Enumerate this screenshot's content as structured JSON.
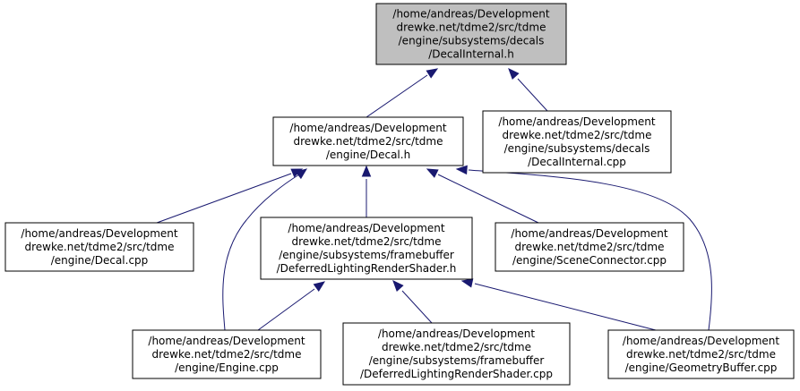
{
  "colors": {
    "root_fill": "#bfbfbf",
    "node_fill": "#ffffff",
    "node_border": "#000000",
    "edge": "#191970"
  },
  "nodes": [
    {
      "id": "decal_internal_h",
      "lines": [
        "/home/andreas/Development",
        "drewke.net/tdme2/src/tdme",
        "/engine/subsystems/decals",
        "/DecalInternal.h"
      ]
    },
    {
      "id": "decal_h",
      "lines": [
        "/home/andreas/Development",
        "drewke.net/tdme2/src/tdme",
        "/engine/Decal.h"
      ]
    },
    {
      "id": "decal_internal_cpp",
      "lines": [
        "/home/andreas/Development",
        "drewke.net/tdme2/src/tdme",
        "/engine/subsystems/decals",
        "/DecalInternal.cpp"
      ]
    },
    {
      "id": "decal_cpp",
      "lines": [
        "/home/andreas/Development",
        "drewke.net/tdme2/src/tdme",
        "/engine/Decal.cpp"
      ]
    },
    {
      "id": "deferred_h",
      "lines": [
        "/home/andreas/Development",
        "drewke.net/tdme2/src/tdme",
        "/engine/subsystems/framebuffer",
        "/DeferredLightingRenderShader.h"
      ]
    },
    {
      "id": "scene_connector_cpp",
      "lines": [
        "/home/andreas/Development",
        "drewke.net/tdme2/src/tdme",
        "/engine/SceneConnector.cpp"
      ]
    },
    {
      "id": "engine_cpp",
      "lines": [
        "/home/andreas/Development",
        "drewke.net/tdme2/src/tdme",
        "/engine/Engine.cpp"
      ]
    },
    {
      "id": "deferred_cpp",
      "lines": [
        "/home/andreas/Development",
        "drewke.net/tdme2/src/tdme",
        "/engine/subsystems/framebuffer",
        "/DeferredLightingRenderShader.cpp"
      ]
    },
    {
      "id": "geometry_buffer_cpp",
      "lines": [
        "/home/andreas/Development",
        "drewke.net/tdme2/src/tdme",
        "/engine/GeometryBuffer.cpp"
      ]
    }
  ],
  "edges": [
    {
      "from": "decal_h",
      "to": "decal_internal_h"
    },
    {
      "from": "decal_internal_cpp",
      "to": "decal_internal_h"
    },
    {
      "from": "decal_cpp",
      "to": "decal_h"
    },
    {
      "from": "deferred_h",
      "to": "decal_h"
    },
    {
      "from": "scene_connector_cpp",
      "to": "decal_h"
    },
    {
      "from": "engine_cpp",
      "to": "decal_h"
    },
    {
      "from": "geometry_buffer_cpp",
      "to": "decal_h"
    },
    {
      "from": "engine_cpp",
      "to": "deferred_h"
    },
    {
      "from": "deferred_cpp",
      "to": "deferred_h"
    },
    {
      "from": "geometry_buffer_cpp",
      "to": "deferred_h"
    }
  ]
}
